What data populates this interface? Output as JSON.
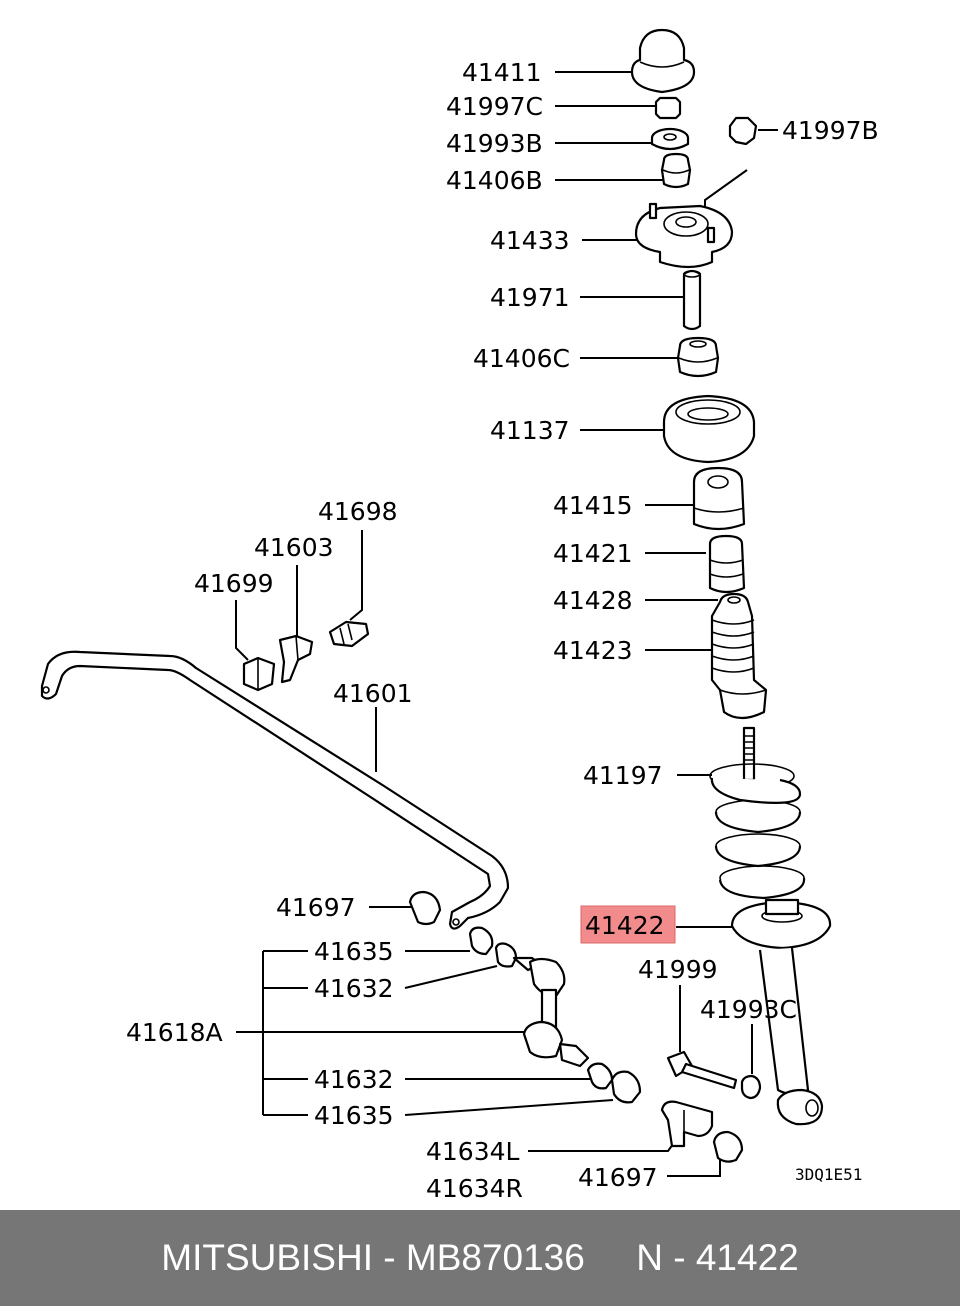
{
  "diagram": {
    "parts": {
      "p41411": "41411",
      "p41997C": "41997C",
      "p41993B": "41993B",
      "p41406B": "41406B",
      "p41997B": "41997B",
      "p41433": "41433",
      "p41971": "41971",
      "p41406C": "41406C",
      "p41137": "41137",
      "p41415": "41415",
      "p41421": "41421",
      "p41428": "41428",
      "p41423": "41423",
      "p41197": "41197",
      "p41422": "41422",
      "p41999": "41999",
      "p41993C": "41993C",
      "p41698": "41698",
      "p41603": "41603",
      "p41699": "41699",
      "p41601": "41601",
      "p41697a": "41697",
      "p41635a": "41635",
      "p41632a": "41632",
      "p41618A": "41618A",
      "p41632b": "41632",
      "p41635b": "41635",
      "p41634L": "41634L",
      "p41634R": "41634R",
      "p41697b": "41697"
    },
    "highlighted_part": "41422",
    "highlight_color": "#f28b8b",
    "drawing_code": "3DQ1E51"
  },
  "footer": {
    "text": "MITSUBISHI - MB870136     N - 41422",
    "background": "#767676"
  }
}
